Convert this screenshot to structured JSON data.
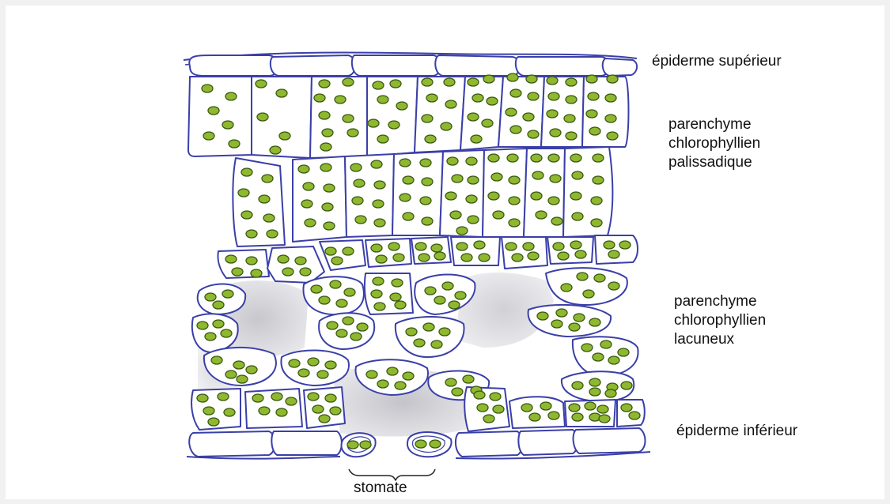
{
  "labels": {
    "epiderme_superieur": "épiderme supérieur",
    "parenchyme_palissadique": "parenchyme\nchlorophyllien\npalissadique",
    "parenchyme_lacuneux": "parenchyme\nchlorophyllien\nlacuneux",
    "epiderme_inferieur": "épiderme inférieur",
    "stomate": "stomate"
  },
  "colors": {
    "cell_wall": "#3a3fa8",
    "chloroplast_fill": "#8fb830",
    "chloroplast_stroke": "#3b5a10",
    "air_space": "#d9d9de",
    "cell_fill": "#ffffff"
  }
}
